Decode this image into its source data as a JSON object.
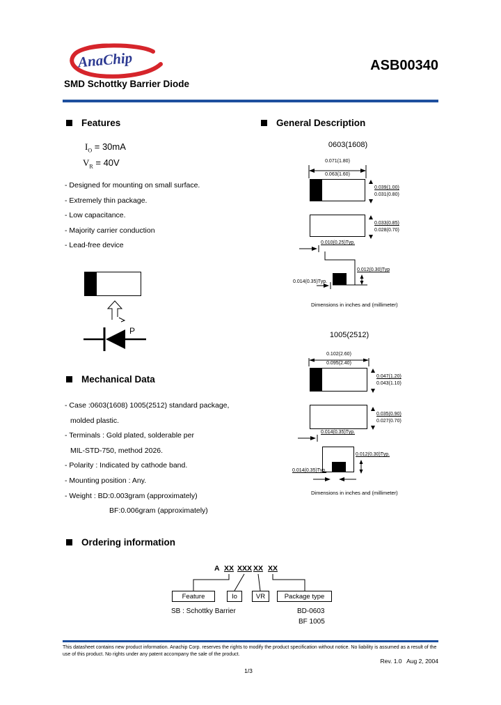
{
  "header": {
    "logo_text": "AnaChip",
    "part_number": "ASB00340",
    "subtitle": "SMD Schottky Barrier Diode"
  },
  "colors": {
    "accent_blue": "#1d4f9e",
    "logo_red": "#d6252b",
    "logo_blue": "#2d3a92"
  },
  "features": {
    "heading": "Features",
    "spec1": {
      "sym": "I",
      "sub": "O",
      "val": "= 30mA"
    },
    "spec2": {
      "sym": "V",
      "sub": "R",
      "val": "= 40V"
    },
    "items": [
      "- Designed for mounting on small surface.",
      "- Extremely thin package.",
      "- Low capacitance.",
      "- Majority carrier conduction",
      "- Lead-free device"
    ],
    "polarity_label": "P"
  },
  "general": {
    "heading": "General Description",
    "pkg0603": {
      "title": "0603(1608)",
      "len_max": "0.071(1.80)",
      "len_min": "0.063(1.60)",
      "wid_max": "0.039(1.00)",
      "wid_min": "0.031(0.80)",
      "thk_max": "0.033(0.85)",
      "thk_min": "0.028(0.70)",
      "term": "0.010(0.25)Typ.",
      "pad_h": "0.012(0.30)Typ",
      "pad_w": "0.014(0.35)Typ.",
      "note": "Dimensions in inches and (millimeter)"
    },
    "pkg1005": {
      "title": "1005(2512)",
      "len_max": "0.102(2.60)",
      "len_min": "0.095(2.40)",
      "wid_max": "0.047(1.20)",
      "wid_min": "0.043(1.10)",
      "thk_max": "0.035(0.90)",
      "thk_min": "0.027(0.70)",
      "term": "0.014(0.35)Typ.",
      "pad_h": "0.012(0.30)Typ.",
      "pad_w": "0.014(0.35)Typ.",
      "note": "Dimensions in inches and (millimeter)"
    }
  },
  "mechanical": {
    "heading": "Mechanical Data",
    "items": [
      "- Case :0603(1608) 1005(2512) standard package,",
      "molded plastic.",
      "- Terminals : Gold plated, solderable per",
      "MIL-STD-750, method 2026.",
      "- Polarity : Indicated by cathode band.",
      "- Mounting position : Any.",
      "- Weight : BD:0.003gram (approximately)",
      "BF:0.006gram (approximately)"
    ]
  },
  "ordering": {
    "heading": "Ordering information",
    "prefix": "A",
    "code_groups": [
      "XX",
      "XXX",
      "XX",
      "XX"
    ],
    "boxes": [
      "Feature",
      "Io",
      "VR",
      "Package type"
    ],
    "feature_note": "SB : Schottky Barrier",
    "package_notes": [
      "BD-0603",
      "BF 1005"
    ]
  },
  "footer": {
    "disclaimer": "This datasheet contains new product information. Anachip Corp. reserves the rights to modify the product specification without notice. No liability is assumed as a result of the use of this product. No rights under any patent accompany the sale of the product.",
    "revision": "Rev. 1.0   Aug 2, 2004",
    "page": "1/3"
  }
}
